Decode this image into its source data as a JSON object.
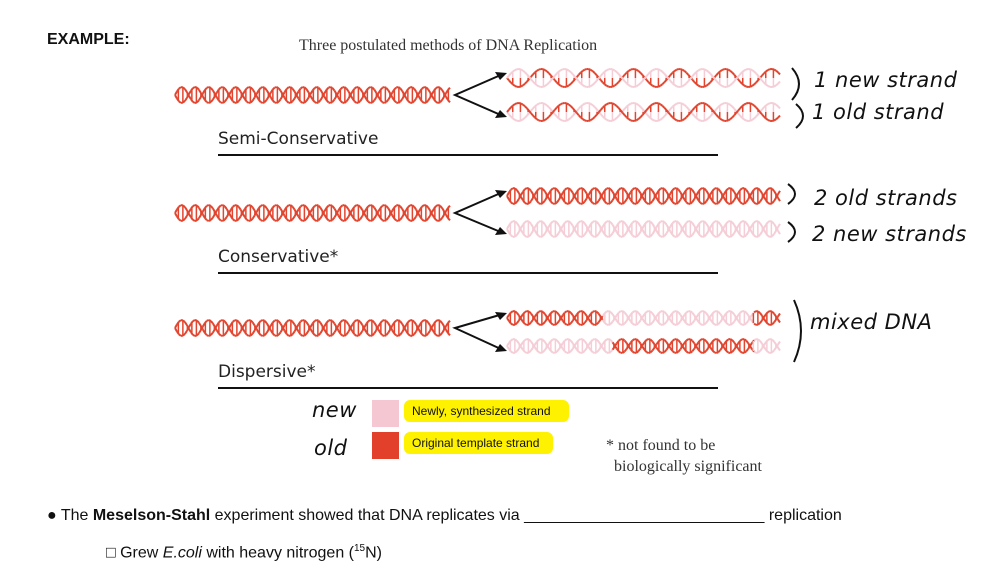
{
  "heading": "EXAMPLE:",
  "figure": {
    "title": "Three postulated methods of DNA Replication",
    "methods": [
      {
        "name": "Semi-Conservative",
        "annotations": [
          "1 new strand",
          "1 old strand"
        ]
      },
      {
        "name": "Conservative*",
        "annotations": [
          "2 old strands",
          "2 new strands"
        ]
      },
      {
        "name": "Dispersive*",
        "annotations": [
          "mixed DNA"
        ]
      }
    ],
    "legend": [
      {
        "hand_label": "new",
        "label": "Newly, synthesized strand",
        "color": "#f4c7d2"
      },
      {
        "hand_label": "old",
        "label": "Original template strand",
        "color": "#e2402b"
      }
    ],
    "footnote": "* not found to be\n  biologically significant",
    "colors": {
      "old": "#e2452f",
      "new": "#f5cdd6",
      "highlight": "#fff200"
    }
  },
  "bullets": {
    "main_prefix": "● The ",
    "main_bold": "Meselson-Stahl",
    "main_mid": " experiment showed that DNA replicates via ",
    "main_blank": "___________________________",
    "main_suffix": " replication",
    "sub_prefix": "□ Grew ",
    "sub_italic": "E.coli",
    "sub_mid": " with heavy nitrogen (",
    "sub_sup": "15",
    "sub_suffix": "N)"
  }
}
